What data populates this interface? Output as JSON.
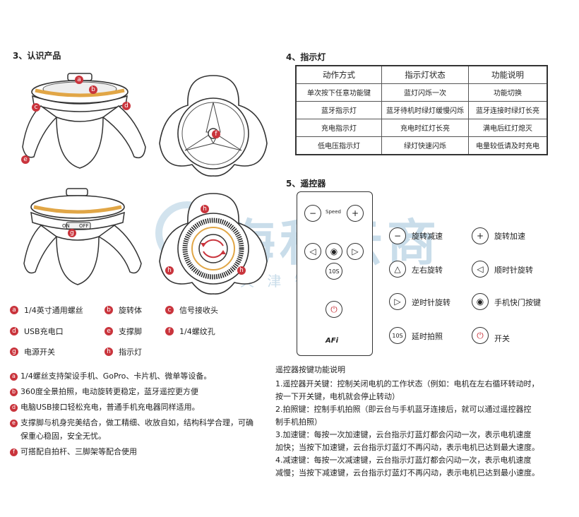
{
  "section3": {
    "title": "3、认识产品"
  },
  "section4": {
    "title": "4、指示灯",
    "headers": [
      "动作方式",
      "指示灯状态",
      "功能说明"
    ],
    "rows": [
      [
        "单次按下任意功能键",
        "蓝灯闪烁一次",
        "功能切换"
      ],
      [
        "蓝牙指示灯",
        "蓝牙待机时绿灯缓慢闪烁",
        "蓝牙连接时绿灯长亮"
      ],
      [
        "充电指示灯",
        "充电时红灯长亮",
        "满电后红灯熄灭"
      ],
      [
        "低电压指示灯",
        "绿灯快速闪烁",
        "电量较低请及时充电"
      ]
    ]
  },
  "section5": {
    "title": "5、遥控器",
    "remote": {
      "speed": "Speed",
      "btn_10s": "10S",
      "brand": "AFi"
    },
    "labels": {
      "slow": "旋转减速",
      "fast": "旋转加速",
      "lr": "左右旋转",
      "cw": "顺时针旋转",
      "ccw": "逆时针旋转",
      "shutter": "手机快门按键",
      "btn_10s": "10S",
      "delay": "延时拍照",
      "power": "开关"
    }
  },
  "diagram_letters": {
    "a": "a",
    "b": "b",
    "c": "c",
    "d": "d",
    "e": "e",
    "f": "f",
    "g": "g",
    "h": "h",
    "on": "ON",
    "off": "OFF"
  },
  "legend": [
    {
      "badge": "a",
      "text": "1/4英寸通用螺丝"
    },
    {
      "badge": "b",
      "text": "旋转体"
    },
    {
      "badge": "c",
      "text": "信号接收头"
    },
    {
      "badge": "d",
      "text": "USB充电口"
    },
    {
      "badge": "e",
      "text": "支撑脚"
    },
    {
      "badge": "f",
      "text": "1/4螺纹孔"
    },
    {
      "badge": "g",
      "text": "电源开关"
    },
    {
      "badge": "h",
      "text": "指示灯"
    }
  ],
  "features": [
    {
      "badge": "a",
      "lines": [
        "1/4螺丝支持架设手机、GoPro、卡片机、微单等设备。"
      ]
    },
    {
      "badge": "b",
      "lines": [
        "360度全景拍照，电动旋转更稳定，蓝牙遥控更方便"
      ]
    },
    {
      "badge": "d",
      "lines": [
        "电脑USB接口轻松充电，普通手机充电器同样适用。"
      ]
    },
    {
      "badge": "e",
      "lines": [
        "支撑脚与机身完美结合，做工精细、收放自如，结构科学合理，可确",
        "保重心稳固，安全无忧。"
      ]
    },
    {
      "badge": "f",
      "lines": [
        "可搭配自拍杆、三脚架等配合使用"
      ]
    }
  ],
  "remote_desc": {
    "title": "遥控器按键功能说明",
    "lines": [
      "1.遥控器开关键：控制关闭电机的工作状态（例如：电机在左右循环转动时，",
      "   按一下开关键，电机就会停止转动）",
      "2.拍照键：控制手机拍照（即云台与手机蓝牙连接后，就可以通过遥控器控",
      "   制手机拍照）",
      "3.加速键：每按一次加速键，云台指示灯蓝灯都会闪动一次，表示电机速度",
      "   加快；当按下加速键，云台指示灯蓝灯不再闪动，表示电机已达到最大速度。",
      "4.减速键：每按一次减速键，云台指示灯蓝灯都会闪动一次，表示电机速度",
      "   减慢；当按下减速键，云台指示灯蓝灯不再闪动，表示电机已达到最小速度。"
    ]
  },
  "watermark": {
    "main": "海和云商",
    "sub": "天 津 智 采 星"
  },
  "colors": {
    "badge": "#c9343c",
    "line": "#333333",
    "watermark": "#c9ddea"
  }
}
